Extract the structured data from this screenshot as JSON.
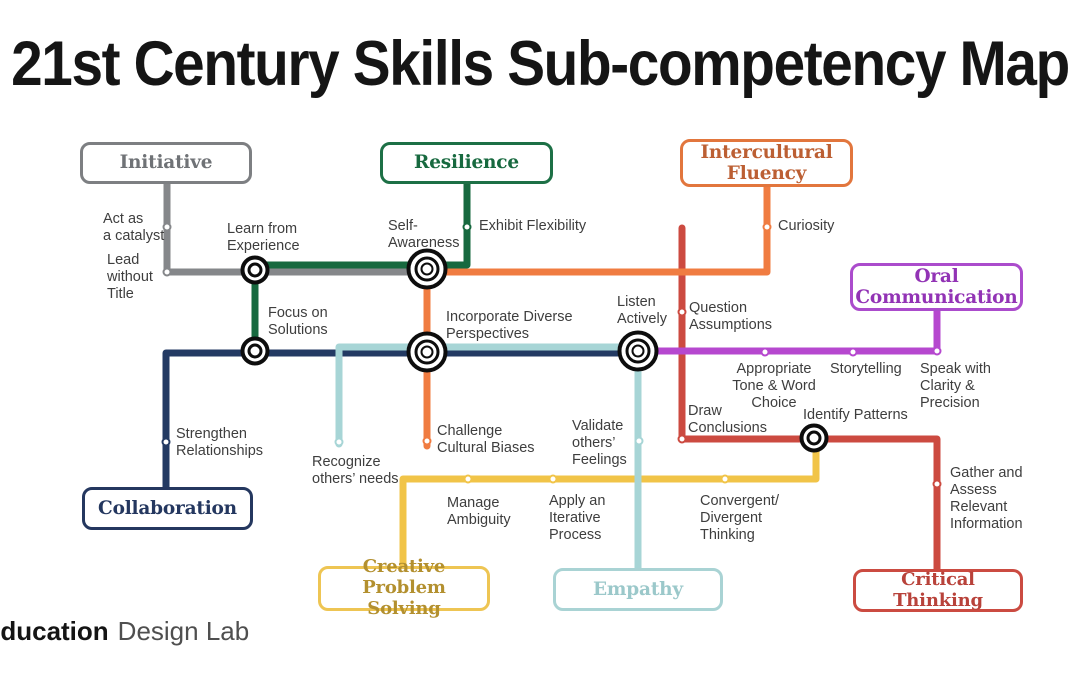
{
  "title": "21st Century Skills Sub-competency Map",
  "logo": {
    "bold": "Education",
    "light": "Design Lab"
  },
  "colors": {
    "initiative_line": "#85878a",
    "resilience_line": "#17693f",
    "collaboration_line": "#233a63",
    "empathy_line": "#a7d5d6",
    "intercultural_fluency_line": "#f07c41",
    "oral_communication_line": "#b648cf",
    "critical_thinking_line": "#cc4a40",
    "creative_problem_solving_line": "#f1c448",
    "interchange_ring": "#0d0d0d",
    "station_label_text": "#3e3e3e",
    "title_text": "#151515"
  },
  "boxes": {
    "initiative": {
      "label": "Initiative",
      "text": "#6f7276",
      "border": "#7d7f82"
    },
    "resilience": {
      "label": "Resilience",
      "text": "#17693f",
      "border": "#1d7046"
    },
    "intercultural_fluency": {
      "label": "Intercultural\nFluency",
      "text": "#bc5f33",
      "border": "#e2763d"
    },
    "oral_communication": {
      "label": "Oral\nCommunication",
      "text": "#9233b5",
      "border": "#ab4ccc"
    },
    "collaboration": {
      "label": "Collaboration",
      "text": "#24375f",
      "border": "#24375f"
    },
    "creative_problem_solving": {
      "label": "Creative Problem\nSolving",
      "text": "#b3902f",
      "border": "#eec553"
    },
    "empathy": {
      "label": "Empathy",
      "text": "#9bc8ca",
      "border": "#a9d3d4"
    },
    "critical_thinking": {
      "label": "Critical Thinking",
      "text": "#b8423a",
      "border": "#cb4b41"
    }
  },
  "stations": {
    "act_as_catalyst": "Act as\na catalyst",
    "lead_without_title": "Lead\nwithout\nTitle",
    "exhibit_flexibility": "Exhibit Flexibility",
    "curiosity": "Curiosity",
    "question_assumptions": "Question\nAssumptions",
    "strengthen_relationships": "Strengthen\nRelationships",
    "recognize_others_needs": "Recognize\nothers’ needs",
    "challenge_cultural_biases": "Challenge\nCultural Biases",
    "validate_others_feelings": "Validate\nothers’\nFeelings",
    "manage_ambiguity": "Manage\nAmbiguity",
    "apply_an_iterative_process": "Apply an\nIterative\nProcess",
    "convergent_divergent_thinking": "Convergent/\nDivergent\nThinking",
    "draw_conclusions": "Draw\nConclusions",
    "gather_and_assess": "Gather and\nAssess\nRelevant\nInformation",
    "appropriate_tone": "Appropriate\nTone & Word\nChoice",
    "storytelling": "Storytelling",
    "speak_with_clarity": "Speak with\nClarity &\nPrecision"
  },
  "interchanges": {
    "learn_from_experience": "Learn from\nExperience",
    "self_awareness": "Self-\nAwareness",
    "focus_on_solutions": "Focus on\nSolutions",
    "incorporate_diverse_perspectives": "Incorporate Diverse\nPerspectives",
    "listen_actively": "Listen\nActively",
    "identify_patterns": "Identify Patterns"
  }
}
